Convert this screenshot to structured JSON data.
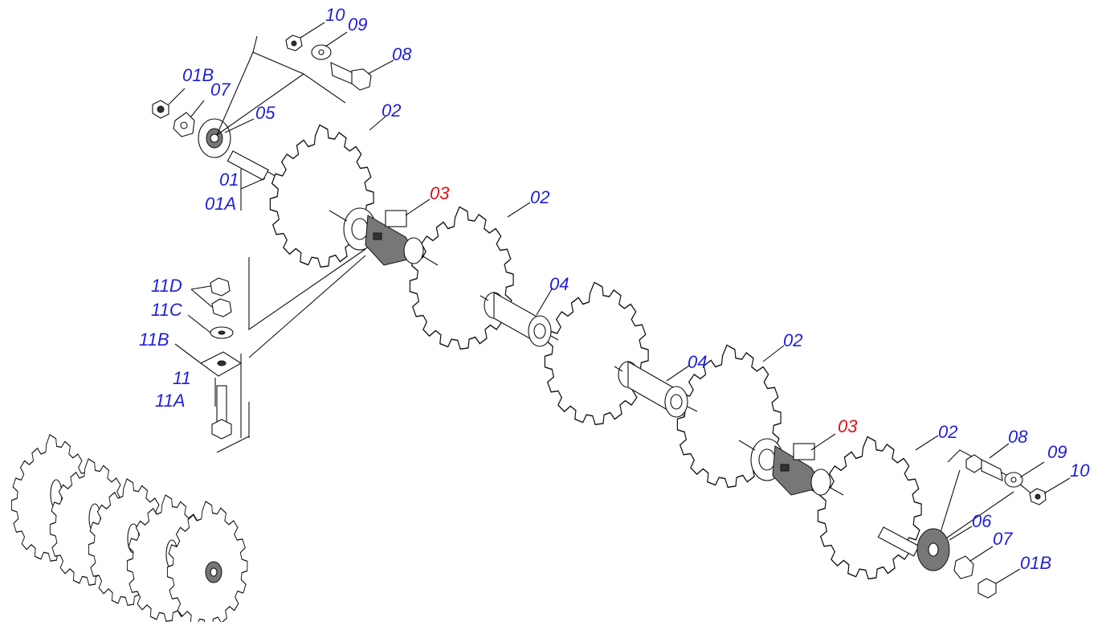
{
  "diagram": {
    "label_color": "#1f1fd6",
    "highlight_color": "#e01010",
    "labels": {
      "l10_top": "10",
      "l09_top": "09",
      "l08_top": "08",
      "l01b_top": "01B",
      "l07_top": "07",
      "l05": "05",
      "l02_a": "02",
      "l01": "01",
      "l01a": "01A",
      "l03_a": "03",
      "l02_b": "02",
      "l11d": "11D",
      "l11c": "11C",
      "l11b": "11B",
      "l11": "11",
      "l11a": "11A",
      "l04_a": "04",
      "l04_b": "04",
      "l02_c": "02",
      "l03_b": "03",
      "l02_d": "02",
      "l08_bot": "08",
      "l09_bot": "09",
      "l10_bot": "10",
      "l06": "06",
      "l07_bot": "07",
      "l01b_bot": "01B"
    }
  }
}
